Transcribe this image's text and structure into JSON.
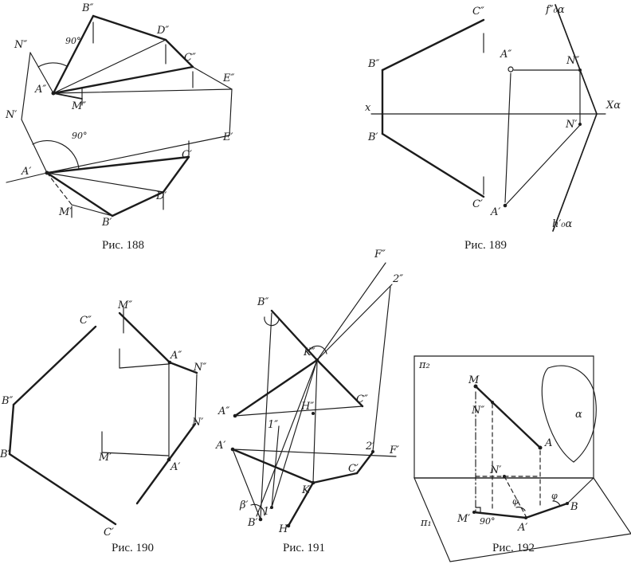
{
  "colors": {
    "ink": "#1c1c1c",
    "paper": "#ffffff"
  },
  "figures": {
    "fig188": {
      "caption": "Рис. 188",
      "labels": {
        "B2": "B″",
        "D2": "D″",
        "N2": "N″",
        "C2": "C″",
        "E2": "E″",
        "A2": "A″",
        "M2": "M″",
        "N1": "N′",
        "E1": "E′",
        "C1": "C′",
        "A1": "A′",
        "D1": "D′",
        "M1": "M′",
        "B1": "B′",
        "angle_top": "90°",
        "angle_bottom": "90°"
      }
    },
    "fig189": {
      "caption": "Рис. 189",
      "labels": {
        "C2": "C″",
        "f": "f″₀α",
        "B2": "B″",
        "A2": "A″",
        "N2": "N″",
        "x": "x",
        "Xa": "Xα",
        "N1": "N′",
        "B1": "B′",
        "C1": "C′",
        "A1": "A′",
        "h": "h′₀α"
      }
    },
    "fig190": {
      "caption": "Рис. 190",
      "labels": {
        "M2": "M″",
        "C2": "C″",
        "A2": "A″",
        "N2": "N″",
        "B2": "B″",
        "N1": "N′",
        "B1": "B′",
        "M1": "M′",
        "A1": "A′",
        "C1": "C′"
      }
    },
    "fig191": {
      "caption": "Рис. 191",
      "labels": {
        "F2": "F″",
        "p22": "2″",
        "B2": "B″",
        "K2": "K″",
        "A2": "A″",
        "H2": "H″",
        "C2": "C″",
        "p12": "1″",
        "A1": "A′",
        "p21": "2′",
        "F1": "F′",
        "C1": "C′",
        "K1": "K′",
        "beta": "β′",
        "p11": "1′",
        "B1": "B′",
        "H1": "H′"
      }
    },
    "fig192": {
      "caption": "Рис. 192",
      "labels": {
        "pi2": "π₂",
        "pi1": "π₁",
        "M": "M",
        "N2": "N″",
        "alpha": "α",
        "A": "A",
        "N1": "N′",
        "phi1": "φ",
        "phi2": "φ",
        "ninety": "90°",
        "M1": "M′",
        "A1": "A′",
        "B": "B"
      }
    }
  }
}
